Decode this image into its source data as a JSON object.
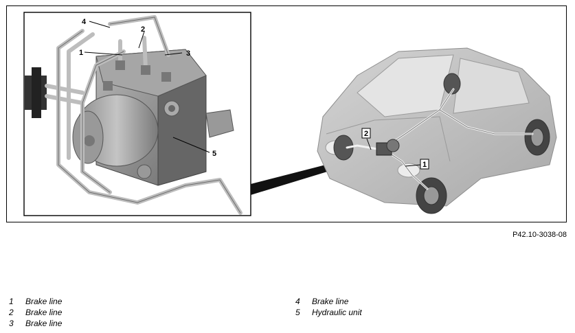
{
  "figure_id": "P42.10-3038-08",
  "callouts": {
    "c1_inset": "1",
    "c2_inset": "2",
    "c3_inset": "3",
    "c4_inset": "4",
    "c5_inset": "5",
    "c1_car": "1",
    "c2_car": "2"
  },
  "legend": {
    "left": [
      {
        "num": "1",
        "label": "Brake line"
      },
      {
        "num": "2",
        "label": "Brake line"
      },
      {
        "num": "3",
        "label": "Brake line"
      }
    ],
    "right": [
      {
        "num": "4",
        "label": "Brake line"
      },
      {
        "num": "5",
        "label": "Hydraulic unit"
      }
    ]
  }
}
